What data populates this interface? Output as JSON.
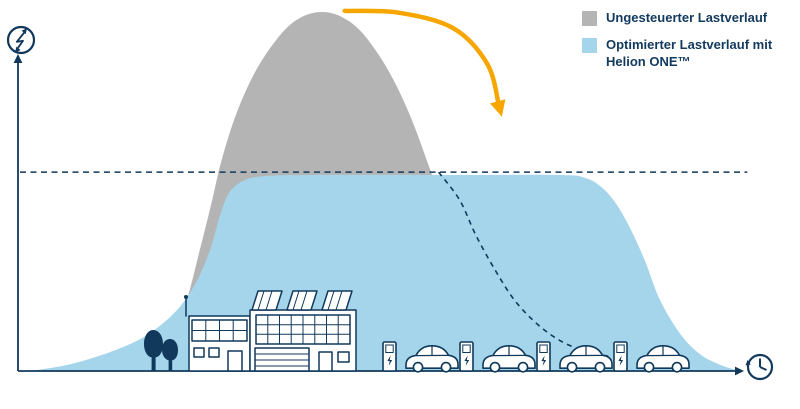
{
  "legend": {
    "items": [
      {
        "id": "uncontrolled",
        "label": "Ungesteuerter Lastverlauf",
        "color": "#b4b4b5"
      },
      {
        "id": "optimized",
        "label": "Optimierter Lastverlauf mit Helion ONE™",
        "color": "#a4d5ea"
      }
    ]
  },
  "colors": {
    "outline_navy": "#10395c",
    "text_navy": "#12395e",
    "uncontrolled_gray": "#b4b4b5",
    "optimized_blue": "#a4d5ea",
    "arrow_orange": "#f7a600",
    "background": "#ffffff"
  },
  "icons": {
    "y_axis": "electric-power-lightning",
    "x_axis": "clock-time"
  },
  "scene": {
    "ground_illustrations": [
      "trees",
      "solar-factory-building",
      "ev-charging-stations",
      "cars"
    ],
    "charging_station_count": 4,
    "car_count": 4
  },
  "chart_data": {
    "type": "area",
    "title": "",
    "xlabel": "",
    "ylabel": "",
    "x_axis_symbol": "clock (time)",
    "y_axis_symbol": "lightning (power)",
    "x_range": [
      0,
      100
    ],
    "y_range": [
      0,
      100
    ],
    "grid": false,
    "legend_position": "top-right",
    "series": [
      {
        "name": "Ungesteuerter Lastverlauf",
        "type": "area",
        "color": "#b4b4b5",
        "peak_value": 100,
        "points": [
          [
            17.9,
            0
          ],
          [
            20.3,
            7.2
          ],
          [
            22.7,
            18.4
          ],
          [
            24.7,
            33.7
          ],
          [
            26.4,
            47.6
          ],
          [
            27.7,
            58.8
          ],
          [
            29.8,
            72.1
          ],
          [
            32.6,
            84.4
          ],
          [
            36,
            94.2
          ],
          [
            38.7,
            98.6
          ],
          [
            41.5,
            100
          ],
          [
            44.2,
            98.6
          ],
          [
            47,
            94.2
          ],
          [
            50.4,
            84.4
          ],
          [
            53.4,
            72
          ],
          [
            56,
            58
          ],
          [
            58,
            46
          ],
          [
            60,
            32
          ],
          [
            62,
            18
          ],
          [
            64,
            7
          ],
          [
            66.2,
            0
          ]
        ]
      },
      {
        "name": "Optimierter Lastverlauf mit Helion ONE™",
        "type": "area",
        "color": "#a4d5ea",
        "plateau_value": 54.6,
        "points": [
          [
            1.4,
            0
          ],
          [
            6.9,
            1.9
          ],
          [
            12.4,
            5.3
          ],
          [
            17.2,
            9.7
          ],
          [
            21.3,
            16.4
          ],
          [
            24,
            24
          ],
          [
            26.1,
            33.7
          ],
          [
            27.5,
            43.5
          ],
          [
            28.8,
            49.9
          ],
          [
            30.9,
            53.2
          ],
          [
            33.7,
            54.3
          ],
          [
            39.8,
            54.6
          ],
          [
            59.1,
            54.6
          ],
          [
            74.2,
            54.6
          ],
          [
            77.6,
            53.8
          ],
          [
            79.7,
            51.5
          ],
          [
            81.7,
            47.1
          ],
          [
            83.8,
            39.8
          ],
          [
            85.9,
            30.4
          ],
          [
            87.9,
            19.8
          ],
          [
            90.7,
            10.3
          ],
          [
            93.4,
            4.7
          ],
          [
            96.2,
            1.7
          ],
          [
            98.9,
            0
          ]
        ]
      }
    ],
    "annotations": {
      "peak_shaving_line": {
        "style": "dashed",
        "y": 55.4,
        "x1": 0,
        "x2": 99.9
      },
      "shifted_load_curve": {
        "style": "dashed",
        "points": [
          [
            57.5,
            55.4
          ],
          [
            60.4,
            47.6
          ],
          [
            62.6,
            37.9
          ],
          [
            65.1,
            28.7
          ],
          [
            67.9,
            19.8
          ],
          [
            71.2,
            12.8
          ],
          [
            74.5,
            8.1
          ],
          [
            78,
            5.3
          ],
          [
            81.2,
            4
          ]
        ]
      },
      "shift_arrow": {
        "color": "#f7a600",
        "points": [
          [
            44.6,
            100.3
          ],
          [
            52,
            99.8
          ],
          [
            59.5,
            95.5
          ],
          [
            64.2,
            85.5
          ],
          [
            65.8,
            73.8
          ]
        ]
      }
    }
  }
}
